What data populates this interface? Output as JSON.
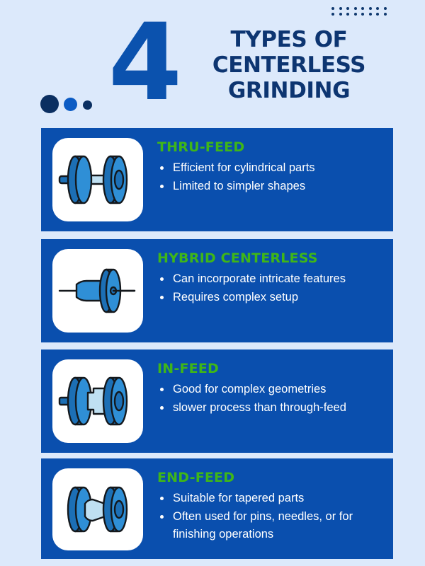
{
  "theme": {
    "background": "#dce9fb",
    "card_blue": "#0a4fae",
    "number_blue": "#0b52ae",
    "headline_navy": "#0d3571",
    "title_green": "#3fb618",
    "bullet_white": "#ffffff",
    "dot_navy": "#10396f",
    "icon_tile_white": "#ffffff",
    "icon_blue": "#2f8fd6",
    "icon_blue_dark": "#1c6fb5",
    "icon_outline": "#14181c",
    "icon_bar_light": "#bfe0f2"
  },
  "header": {
    "number": "4",
    "title_lines": [
      "TYPES OF",
      "CENTERLESS",
      "GRINDING"
    ],
    "dot_grid": {
      "columns": 8,
      "rows": 2
    },
    "accent_dots": [
      "large-navy-dot",
      "medium-blue-dot",
      "small-navy-dot"
    ]
  },
  "cards": [
    {
      "title": "THRU-FEED",
      "icon": "dumbbell-double-disc-icon",
      "bullets": [
        "Efficient for cylindrical parts",
        "Limited to simpler shapes"
      ]
    },
    {
      "title": "HYBRID CENTERLESS",
      "icon": "shaft-single-disc-icon",
      "bullets": [
        "Can incorporate intricate features",
        "Requires complex setup"
      ]
    },
    {
      "title": "IN-FEED",
      "icon": "dumbbell-stepped-shaft-icon",
      "bullets": [
        "Good for complex geometries",
        "slower process than through-feed"
      ]
    },
    {
      "title": "END-FEED",
      "icon": "dumbbell-tapered-shaft-icon",
      "bullets": [
        "Suitable for tapered parts",
        "Often used for pins, needles, or for finishing operations"
      ]
    }
  ]
}
